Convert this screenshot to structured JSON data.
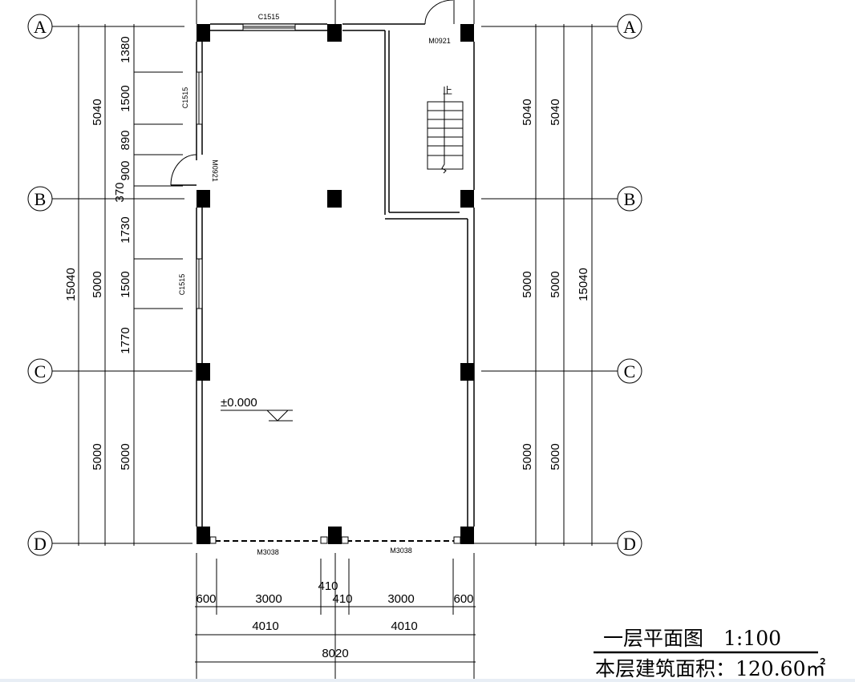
{
  "axes": [
    "A",
    "B",
    "C",
    "D"
  ],
  "left_dims": {
    "outer": "15040",
    "mid": [
      "5040",
      "5000",
      "5000"
    ],
    "inner": [
      "1380",
      "1500",
      "890",
      "900",
      "370",
      "1730",
      "1500",
      "1770",
      "5000"
    ]
  },
  "right_dims": {
    "inner": [
      "5040",
      "5000",
      "5000"
    ],
    "mid": [
      "5040",
      "5000",
      "5000"
    ],
    "outer": "15040"
  },
  "bottom_dims": {
    "row1": [
      "600",
      "3000",
      "410",
      "410",
      "3000",
      "600"
    ],
    "row2": [
      "4010",
      "4010"
    ],
    "row3": "8020"
  },
  "labels": {
    "window_top": "C1515",
    "window_left_1": "C1515",
    "window_left_2": "C1515",
    "door_left": "M0921",
    "door_top_right": "M0921",
    "door_bottom_1": "M3038",
    "door_bottom_2": "M3038",
    "stair_up": "上",
    "elevation": "±0.000"
  },
  "title": {
    "name": "一层平面图",
    "scale": "1:100",
    "area": "本层建筑面积：120.60㎡"
  }
}
